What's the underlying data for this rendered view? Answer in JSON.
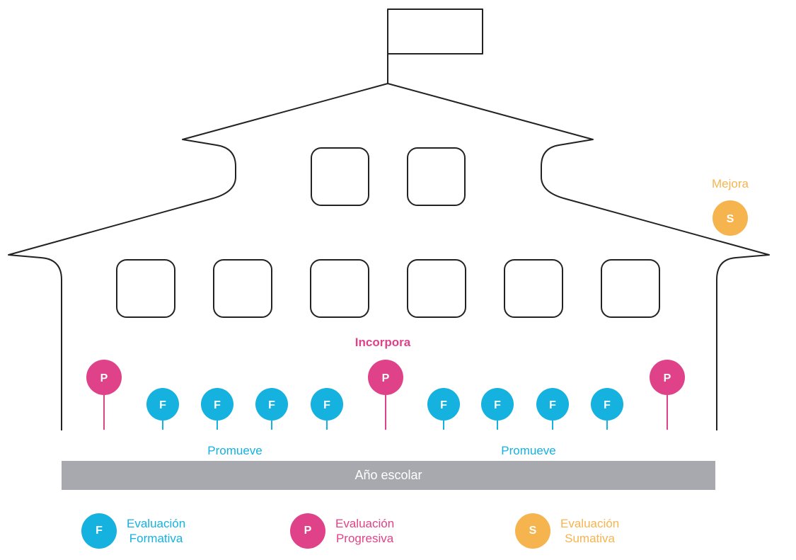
{
  "labels": {
    "mejora": "Mejora",
    "incorpora": "Incorpora",
    "promueve_left": "Promueve",
    "promueve_right": "Promueve",
    "year": "Año escolar"
  },
  "badge_letters": {
    "formative": "F",
    "progressive": "P",
    "summative": "S"
  },
  "colors": {
    "formative": "#15b1df",
    "progressive": "#e0428a",
    "summative": "#f6b44f",
    "bar": "#a7a9ae",
    "outline": "#222222"
  },
  "timeline": [
    "P",
    "F",
    "F",
    "F",
    "F",
    "P",
    "F",
    "F",
    "F",
    "F",
    "P"
  ],
  "legend": [
    {
      "letter": "F",
      "line1": "Evaluación",
      "line2": "Formativa"
    },
    {
      "letter": "P",
      "line1": "Evaluación",
      "line2": "Progresiva"
    },
    {
      "letter": "S",
      "line1": "Evaluación",
      "line2": "Sumativa"
    }
  ]
}
